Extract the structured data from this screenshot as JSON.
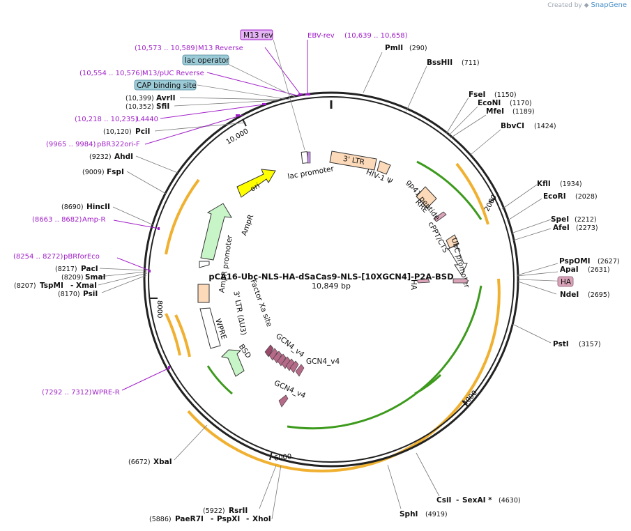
{
  "credit": {
    "prefix": "Created by",
    "brand": "SnapGene"
  },
  "plasmid": {
    "name": "pCA16-Ubc-NLS-HA-dSaCas9-NLS-[10XGCN4]-P2A-BSD",
    "length": "10,849 bp"
  },
  "ruler": [
    "2000",
    "4000",
    "6000",
    "8000",
    "10,000"
  ],
  "enzymes": [
    {
      "name": "PmlI",
      "pos": "(290)"
    },
    {
      "name": "BssHII",
      "pos": "(711)"
    },
    {
      "name": "FseI",
      "pos": "(1150)"
    },
    {
      "name": "EcoNI",
      "pos": "(1170)"
    },
    {
      "name": "MfeI",
      "pos": "(1189)"
    },
    {
      "name": "BbvCI",
      "pos": "(1424)"
    },
    {
      "name": "KflI",
      "pos": "(1934)"
    },
    {
      "name": "EcoRI",
      "pos": "(2028)"
    },
    {
      "name": "SpeI",
      "pos": "(2212)"
    },
    {
      "name": "AfeI",
      "pos": "(2273)"
    },
    {
      "name": "PspOMI",
      "pos": "(2627)"
    },
    {
      "name": "ApaI",
      "pos": "(2631)"
    },
    {
      "name": "NdeI",
      "pos": "(2695)"
    },
    {
      "name": "PstI",
      "pos": "(3157)"
    },
    {
      "name": "SexAI *",
      "pos": "(4630)"
    },
    {
      "name": "CsiI",
      "pos": ""
    },
    {
      "name": "SphI",
      "pos": "(4919)"
    },
    {
      "name": "RsrII",
      "pos": "(5922)"
    },
    {
      "name": "PaeR7I",
      "pos": "(5886)"
    },
    {
      "name": "PspXI",
      "pos": ""
    },
    {
      "name": "XhoI",
      "pos": ""
    },
    {
      "name": "XbaI",
      "pos": "(6672)"
    },
    {
      "name": "PsiI",
      "pos": "(8170)"
    },
    {
      "name": "TspMI",
      "pos": "(8207)"
    },
    {
      "name": "XmaI",
      "pos": ""
    },
    {
      "name": "SmaI",
      "pos": "(8209)"
    },
    {
      "name": "PacI",
      "pos": "(8217)"
    },
    {
      "name": "HincII",
      "pos": "(8690)"
    },
    {
      "name": "FspI",
      "pos": "(9009)"
    },
    {
      "name": "AhdI",
      "pos": "(9232)"
    },
    {
      "name": "PciI",
      "pos": "(10,120)"
    },
    {
      "name": "SfiI",
      "pos": "(10,352)"
    },
    {
      "name": "AvrII",
      "pos": "(10,399)"
    }
  ],
  "primers": [
    {
      "name": "M13 rev",
      "pos": ""
    },
    {
      "name": "EBV-rev",
      "pos": "(10,639 .. 10,658)"
    },
    {
      "name": "M13 Reverse",
      "pos": "(10,573 .. 10,589)"
    },
    {
      "name": "M13/pUC Reverse",
      "pos": "(10,554 .. 10,576)"
    },
    {
      "name": "L4440",
      "pos": "(10,218 .. 10,235)"
    },
    {
      "name": "pBR322ori-F",
      "pos": "(9965 .. 9984)"
    },
    {
      "name": "Amp-R",
      "pos": "(8663 .. 8682)"
    },
    {
      "name": "pBRforEco",
      "pos": "(8254 .. 8272)"
    },
    {
      "name": "WPRE-R",
      "pos": "(7292 .. 7312)"
    }
  ],
  "outside_features": [
    "lac operator",
    "CAP binding site",
    "HA"
  ],
  "features": [
    "lac promoter",
    "3' LTR",
    "HIV-1 Ψ",
    "RRE",
    "gp41 peptide",
    "cPPT/CTS",
    "UbC promoter",
    "HA",
    "GCN4_v4",
    "GCN4_v4",
    "GCN4_v4",
    "Factor Xa site",
    "BSD",
    "WPRE",
    "3' LTR (ΔU3)",
    "AmpR promoter",
    "AmpR",
    "ori"
  ],
  "colors": {
    "primer": "#a020c8",
    "promoter": "#ffffff",
    "ltr": "#fcd9b8",
    "orf_green": "#c8f5c8",
    "ori": "#ffff00",
    "tag": "#d9a3b8",
    "outer_orange": "#f0b030",
    "inner_green": "#3c9a1c",
    "box_blue": "#9ccbd8"
  }
}
